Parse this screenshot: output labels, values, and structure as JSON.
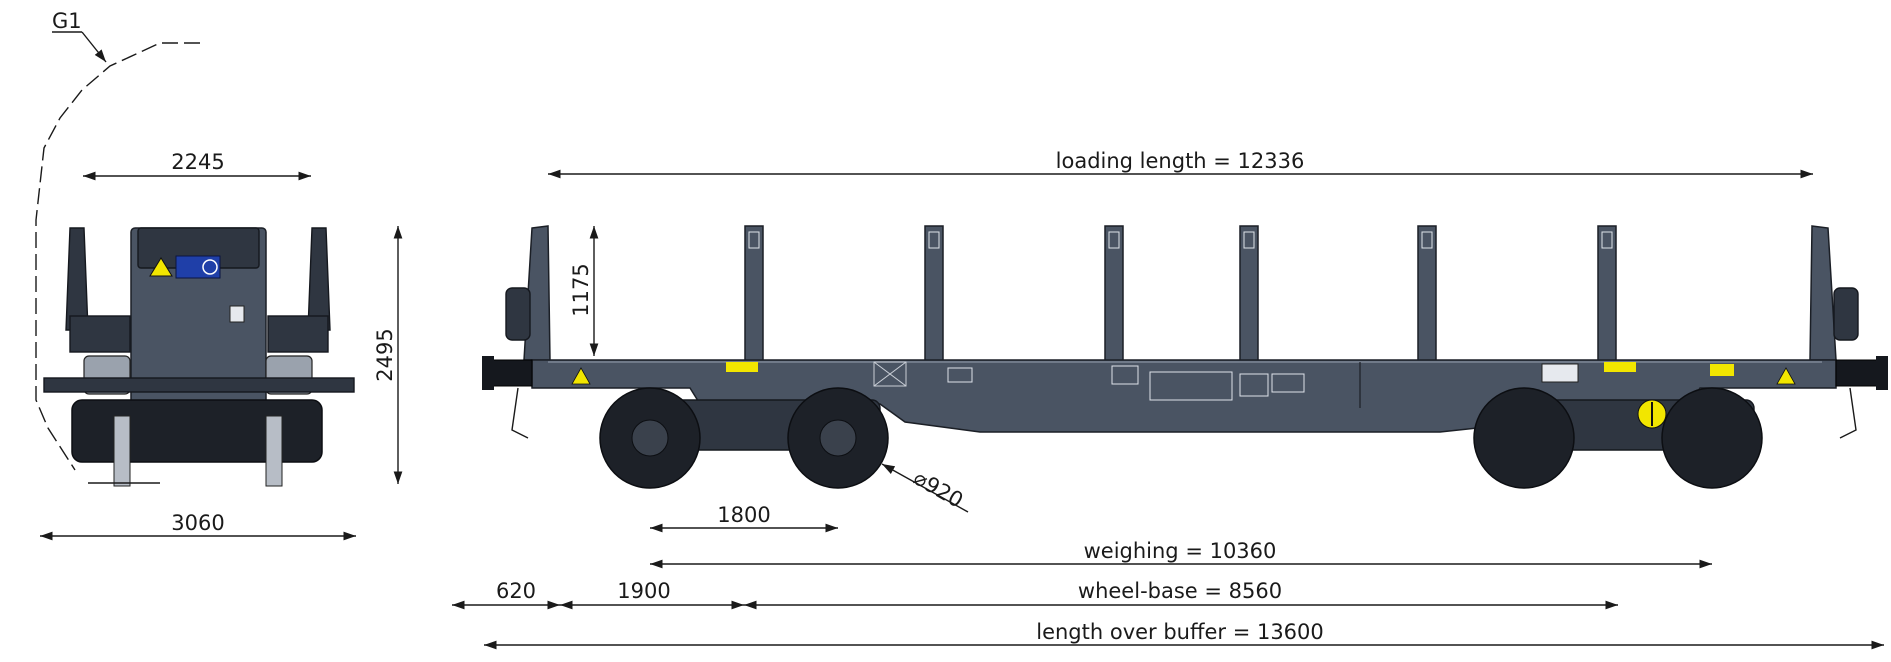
{
  "diagram": {
    "colors": {
      "body": "#4a5463",
      "frame": "#2f3641",
      "wheel": "#1d2128",
      "marker_yellow": "#f2e600",
      "warning_blue": "#1f3fa8",
      "dimension": "#1a1a1a"
    },
    "labels": {
      "gauge": "G1",
      "end_width_top": "2245",
      "end_width_bottom": "3060",
      "end_height": "2495",
      "stake_height": "1175",
      "wheel_diameter": "⌀920",
      "bogie_wheelbase": "1800",
      "loading_length": "loading length = 12336",
      "weighing": "weighing = 10360",
      "overhang": "620",
      "bogie_offset": "1900",
      "wheel_base": "wheel-base = 8560",
      "length_over_buffer": "length over buffer = 13600"
    }
  }
}
